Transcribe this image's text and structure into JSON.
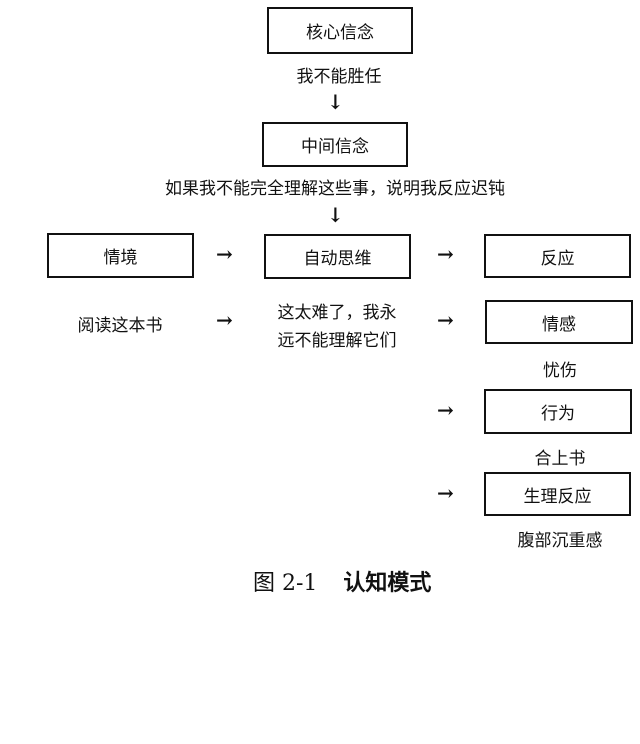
{
  "diagram": {
    "core_belief": {
      "label": "核心信念",
      "content": "我不能胜任"
    },
    "intermediate_belief": {
      "label": "中间信念",
      "content": "如果我不能完全理解这些事，说明我反应迟钝"
    },
    "situation": {
      "label": "情境",
      "content": "阅读这本书"
    },
    "automatic_thought": {
      "label": "自动思维",
      "content_line1": "这太难了，我永",
      "content_line2": "远不能理解它们"
    },
    "reaction": {
      "label": "反应"
    },
    "emotion": {
      "label": "情感",
      "content": "忧伤"
    },
    "behavior": {
      "label": "行为",
      "content": "合上书"
    },
    "physiological": {
      "label": "生理反应",
      "content": "腹部沉重感"
    },
    "arrows": {
      "right": "→",
      "down": "↓"
    }
  },
  "caption": {
    "figure_number": "图 2-1",
    "title": "认知模式"
  }
}
